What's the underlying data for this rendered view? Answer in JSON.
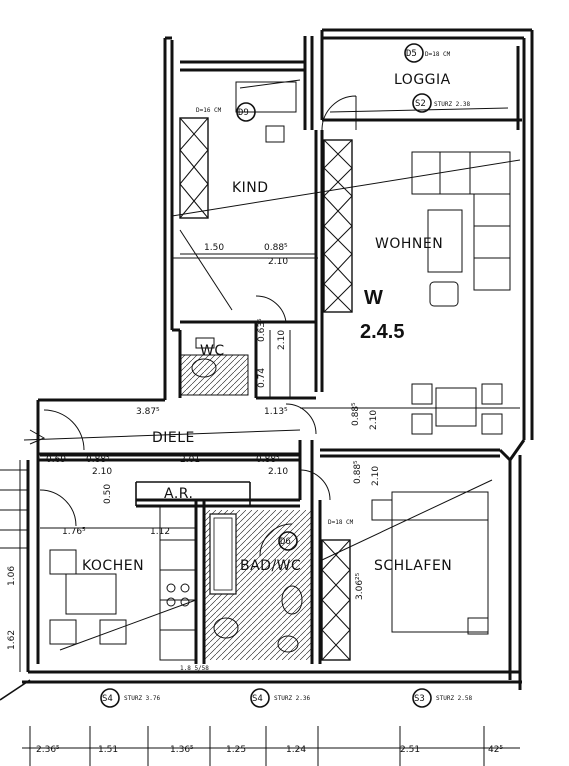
{
  "rooms": {
    "loggia": "LOGGIA",
    "kind": "KIND",
    "wohnen": "WOHNEN",
    "wc": "WC",
    "diele": "DIELE",
    "ar": "A.R.",
    "kochen": "KOCHEN",
    "bad_wc": "BAD/WC",
    "schlafen": "SCHLAFEN"
  },
  "unit": {
    "letter": "W",
    "number": "2.4.5"
  },
  "marks": {
    "d5_top": "D5",
    "d5_top_note": "D=18 CM",
    "s2": "S2",
    "s2_note": "STURZ 2.38",
    "d9": "D9",
    "d9_note": "D=16 CM",
    "d6": "D6",
    "d6_note": "D=18 CM",
    "s4_left": "S4",
    "s4_left_note": "STURZ 3.76",
    "s4_mid": "S4",
    "s4_mid_note": "STURZ 2.36",
    "s3": "S3",
    "s3_note": "STURZ 2.58",
    "kochen_note": "1.8 5/58"
  },
  "dimensions": {
    "kind_w1": "1.50",
    "kind_w2": "0.88⁵",
    "kind_w3": "2.10",
    "wc_h1": "0.63⁵",
    "wc_h2": "2.10",
    "wc_h3": "0.74",
    "diele_a": "3.87⁵",
    "diele_b": "1.13⁵",
    "diele_c": "0.88⁵",
    "diele_d": "2.10",
    "row2_a": "0.69",
    "row2_b": "0.88⁵",
    "row2_c": "2.10",
    "row2_d": "2.01",
    "row2_e": "0.88⁵",
    "row2_f": "2.10",
    "kochen_a": "1.76⁵",
    "kochen_b": "1.12",
    "kochen_c": "0.50",
    "schlafen_a": "0.88⁵",
    "schlafen_b": "2.10",
    "schlafen_c": "3.06²⁵",
    "left_a": "1.06",
    "left_b": "1.62",
    "bottom_1": "2.36⁵",
    "bottom_2": "1.51",
    "bottom_3": "1.36⁵",
    "bottom_4": "1.25",
    "bottom_5": "1.24",
    "bottom_6": "2.51",
    "bottom_7": "42⁵"
  }
}
